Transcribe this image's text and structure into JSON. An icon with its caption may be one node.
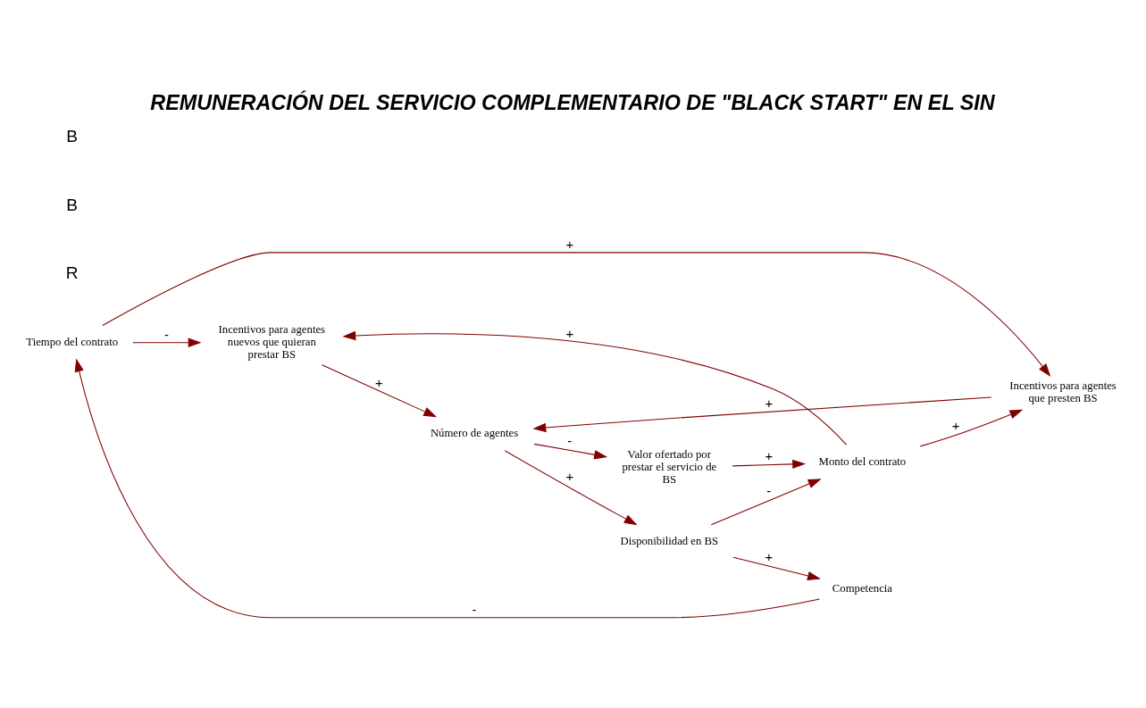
{
  "diagram": {
    "title": "REMUNERACIÓN DEL SERVICIO COMPLEMENTARIO DE \"BLACK START\" EN EL SIN",
    "nodes": [
      {
        "text": [
          "Tiempo del contrato"
        ]
      },
      {
        "text": [
          "Incentivos para agentes nuevos que quieran prestar BS"
        ]
      },
      {
        "text": [
          "Incentivos para agentes que presten BS"
        ]
      },
      {
        "text": [
          "Número de agentes"
        ]
      },
      {
        "text": [
          "Disponibilidad en BS"
        ]
      },
      {
        "text": [
          "Competencia"
        ]
      },
      {
        "text": [
          "Monto del contrato"
        ]
      },
      {
        "text": [
          "Valor ofertado por prestar el servicio de BS"
        ]
      }
    ],
    "edges": [
      {
        "from": 5,
        "to": 0,
        "arrow": "to",
        "label": "-"
      },
      {
        "from": 0,
        "to": 1,
        "arrow": "to",
        "label": "-"
      },
      {
        "from": 0,
        "to": 2,
        "arrow": "to",
        "label": "+"
      },
      {
        "from": 6,
        "to": 1,
        "arrow": "to",
        "label": "+"
      },
      {
        "from": 6,
        "to": 2,
        "arrow": "to",
        "label": "+"
      },
      {
        "from": 1,
        "to": 3,
        "arrow": "to",
        "label": "+"
      },
      {
        "from": 2,
        "to": 3,
        "arrow": "to",
        "label": "+"
      },
      {
        "from": 3,
        "to": 4,
        "arrow": "to",
        "label": "+"
      },
      {
        "from": 4,
        "to": 5,
        "arrow": "to",
        "label": "+"
      },
      {
        "from": 3,
        "to": 7,
        "arrow": "to",
        "label": "-"
      },
      {
        "from": 7,
        "to": 6,
        "arrow": "to",
        "label": "+"
      },
      {
        "from": 4,
        "to": 6,
        "arrow": "to",
        "label": "-"
      }
    ],
    "labels": [
      "R",
      "B",
      "B"
    ]
  }
}
